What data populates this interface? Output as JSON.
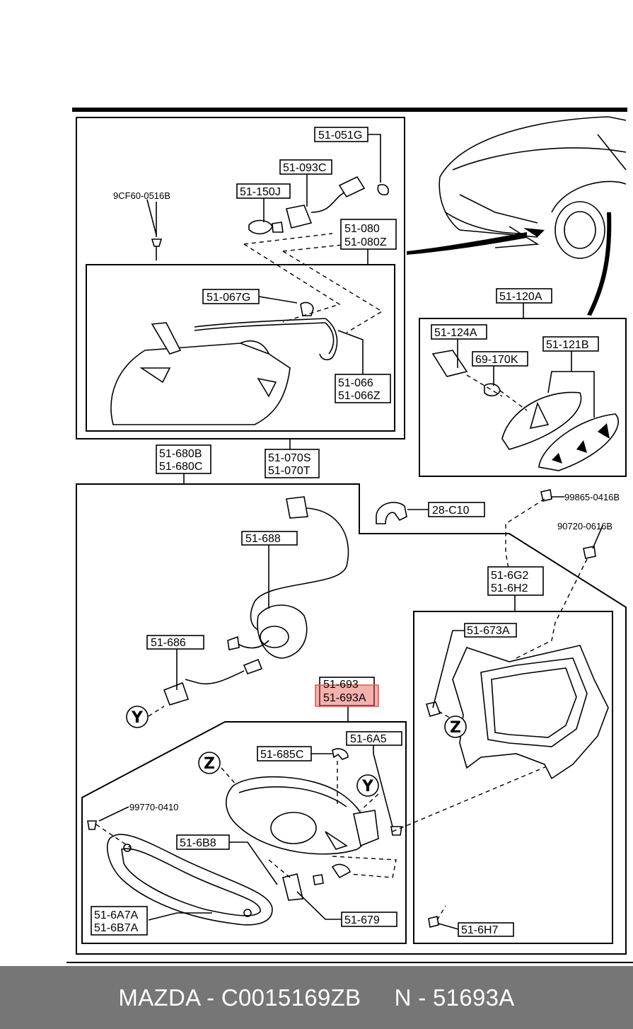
{
  "diagram": {
    "labels": {
      "p51_051G": "51-051G",
      "p51_093C": "51-093C",
      "p51_150J": "51-150J",
      "p9CF60": "9CF60-0516B",
      "p51_080": "51-080",
      "p51_080Z": "51-080Z",
      "p51_067G": "51-067G",
      "p51_066": "51-066",
      "p51_066Z": "51-066Z",
      "p51_120A": "51-120A",
      "p51_124A": "51-124A",
      "p69_170K": "69-170K",
      "p51_121B": "51-121B",
      "p51_680B": "51-680B",
      "p51_680C": "51-680C",
      "p51_070S": "51-070S",
      "p51_070T": "51-070T",
      "p28_C10": "28-C10",
      "p99865": "99865-0416B",
      "p90720": "90720-0616B",
      "p51_688": "51-688",
      "p51_6G2": "51-6G2",
      "p51_6H2": "51-6H2",
      "p51_673A": "51-673A",
      "p51_686": "51-686",
      "p51_693": "51-693",
      "p51_693A": "51-693A",
      "p51_685C": "51-685C",
      "p51_6A5": "51-6A5",
      "p99770": "99770-0410",
      "p51_6B8": "51-6B8",
      "p51_6A7A": "51-6A7A",
      "p51_6B7A": "51-6B7A",
      "p51_679": "51-679",
      "p51_6H7": "51-6H7"
    },
    "callouts": {
      "y": "Y",
      "z": "Z"
    },
    "highlight_color": "#e8524a"
  },
  "footer": {
    "text": "MAZDA - C0015169ZB     N - 51693A",
    "background": "#767676"
  }
}
